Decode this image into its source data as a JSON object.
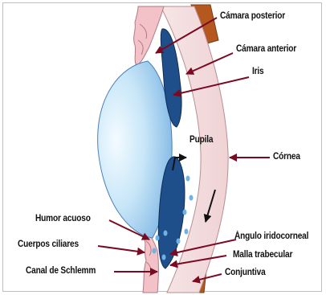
{
  "labels": {
    "camara_posterior": "Cámara posterior",
    "camara_anterior": "Cámara anterior",
    "iris": "Iris",
    "pupila": "Pupila",
    "cornea": "Córnea",
    "humor_acuoso": "Humor acuoso",
    "angulo_iridocorneal": "Ángulo iridocorneal",
    "cuerpos_ciliares": "Cuerpos ciliares",
    "malla_trabecular": "Malla trabecular",
    "canal_schlemm": "Canal de Schlemm",
    "conjuntiva": "Conjuntiva"
  },
  "colors": {
    "arrow": "#7a0a22",
    "iris": "#1f4f8a",
    "lens_light": "#eaf6fd",
    "lens_dark": "#7fb7e6",
    "cornea": "#f4dede",
    "ciliary": "#f2c2c8",
    "conjunctiva": "#b4581f",
    "fluid": "#6fb2e4"
  }
}
